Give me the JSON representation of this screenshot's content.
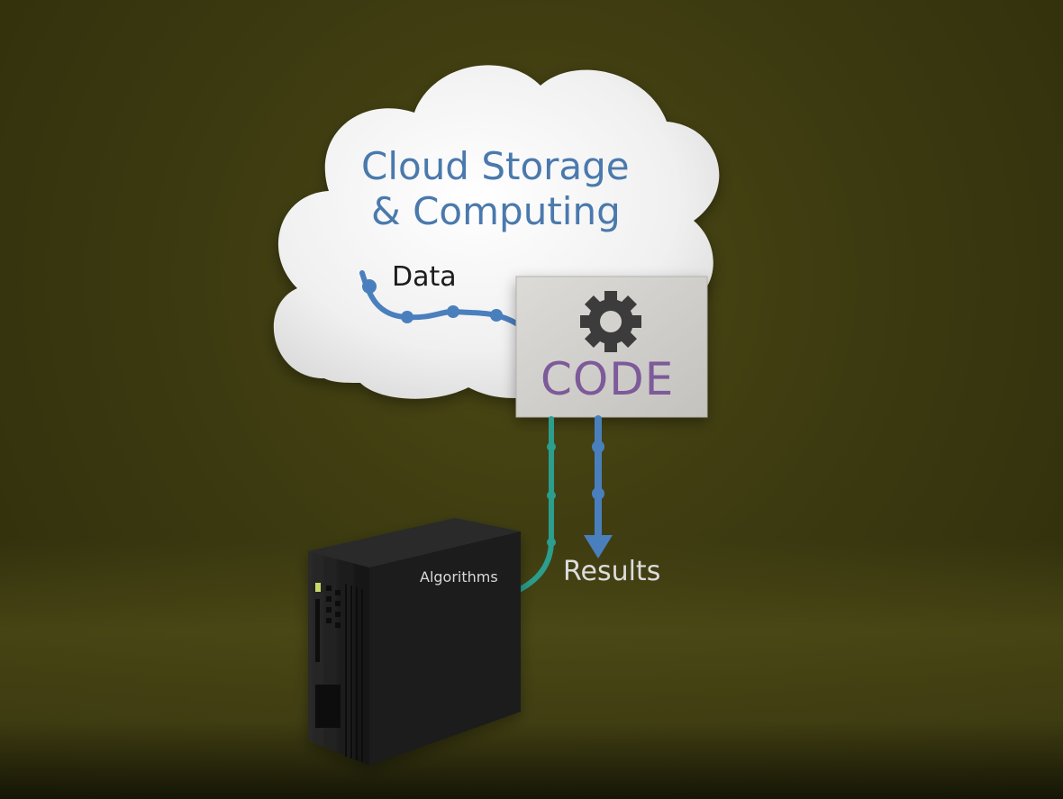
{
  "diagram": {
    "cloud_title_line1": "Cloud Storage",
    "cloud_title_line2": "& Computing",
    "data_label": "Data",
    "code_label": "CODE",
    "algorithms_label": "Algorithms",
    "results_label": "Results",
    "icons": [
      "cloud-icon",
      "gear-icon",
      "computer-tower-icon",
      "arrow-down-icon"
    ],
    "colors": {
      "background": "#3f3d11",
      "cloud": "#f2f2f2",
      "cloud_text": "#4a79ad",
      "data_pipe": "#4a7fbd",
      "algorithms_pipe": "#2b9e8e",
      "code_box": "#d4d2ce",
      "code_text": "#7d5a9a",
      "gear": "#3c3c3c",
      "computer": "#1d1d1d"
    }
  }
}
